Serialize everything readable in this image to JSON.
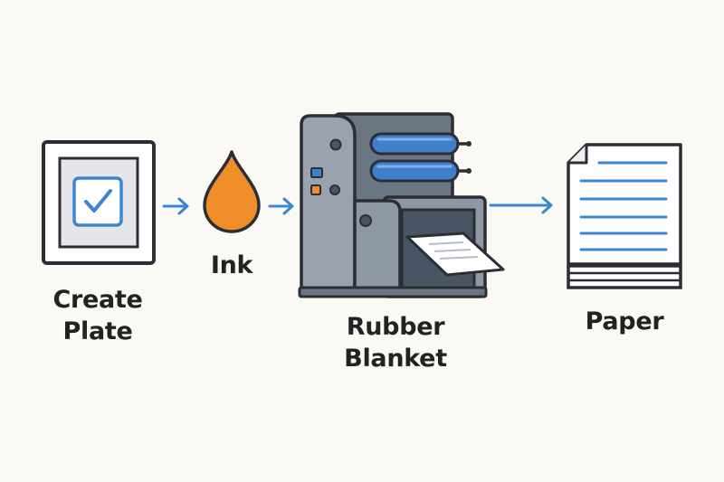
{
  "steps": {
    "create_plate": {
      "line1": "Create",
      "line2": "Plate"
    },
    "ink": {
      "label": "Ink"
    },
    "rubber_blanket": {
      "line1": "Rubber",
      "line2": "Blanket"
    },
    "paper": {
      "label": "Paper"
    }
  },
  "icons": {
    "plate": "plate-with-checkmark-icon",
    "ink": "ink-drop-icon",
    "press": "offset-press-icon",
    "paper": "paper-stack-icon",
    "arrow": "arrow-right-icon"
  },
  "colors": {
    "background": "#fbf9f4",
    "outline": "#2b2f35",
    "accent_blue": "#3a86d0",
    "ink_orange": "#f08c2a",
    "machine_gray": "#9aa2ad",
    "machine_dark": "#4a5563",
    "roller_blue": "#3f7fcb",
    "plate_inner": "#e4e6ea",
    "label_text": "#222222"
  }
}
